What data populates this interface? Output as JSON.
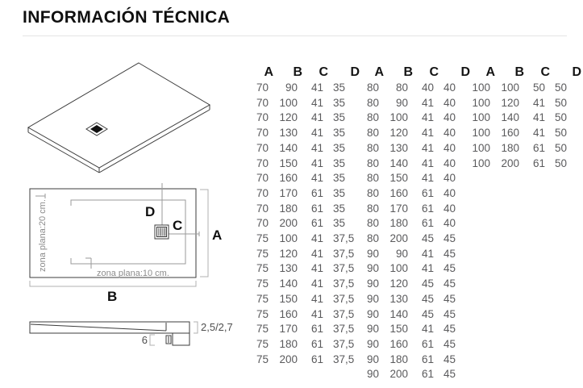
{
  "title": "INFORMACIÓN TÉCNICA",
  "tables": {
    "headers": [
      "A",
      "B",
      "C",
      "D"
    ],
    "groups": [
      {
        "rows": [
          [
            "70",
            "90",
            "41",
            "35"
          ],
          [
            "70",
            "100",
            "41",
            "35"
          ],
          [
            "70",
            "120",
            "41",
            "35"
          ],
          [
            "70",
            "130",
            "41",
            "35"
          ],
          [
            "70",
            "140",
            "41",
            "35"
          ],
          [
            "70",
            "150",
            "41",
            "35"
          ],
          [
            "70",
            "160",
            "41",
            "35"
          ],
          [
            "70",
            "170",
            "61",
            "35"
          ],
          [
            "70",
            "180",
            "61",
            "35"
          ],
          [
            "70",
            "200",
            "61",
            "35"
          ],
          [
            "75",
            "100",
            "41",
            "37,5"
          ],
          [
            "75",
            "120",
            "41",
            "37,5"
          ],
          [
            "75",
            "130",
            "41",
            "37,5"
          ],
          [
            "75",
            "140",
            "41",
            "37,5"
          ],
          [
            "75",
            "150",
            "41",
            "37,5"
          ],
          [
            "75",
            "160",
            "41",
            "37,5"
          ],
          [
            "75",
            "170",
            "61",
            "37,5"
          ],
          [
            "75",
            "180",
            "61",
            "37,5"
          ],
          [
            "75",
            "200",
            "61",
            "37,5"
          ]
        ]
      },
      {
        "rows": [
          [
            "80",
            "80",
            "40",
            "40"
          ],
          [
            "80",
            "90",
            "41",
            "40"
          ],
          [
            "80",
            "100",
            "41",
            "40"
          ],
          [
            "80",
            "120",
            "41",
            "40"
          ],
          [
            "80",
            "130",
            "41",
            "40"
          ],
          [
            "80",
            "140",
            "41",
            "40"
          ],
          [
            "80",
            "150",
            "41",
            "40"
          ],
          [
            "80",
            "160",
            "61",
            "40"
          ],
          [
            "80",
            "170",
            "61",
            "40"
          ],
          [
            "80",
            "180",
            "61",
            "40"
          ],
          [
            "80",
            "200",
            "45",
            "45"
          ],
          [
            "90",
            "90",
            "41",
            "45"
          ],
          [
            "90",
            "100",
            "41",
            "45"
          ],
          [
            "90",
            "120",
            "45",
            "45"
          ],
          [
            "90",
            "130",
            "45",
            "45"
          ],
          [
            "90",
            "140",
            "45",
            "45"
          ],
          [
            "90",
            "150",
            "41",
            "45"
          ],
          [
            "90",
            "160",
            "61",
            "45"
          ],
          [
            "90",
            "180",
            "61",
            "45"
          ],
          [
            "90",
            "200",
            "61",
            "45"
          ]
        ]
      },
      {
        "rows": [
          [
            "100",
            "100",
            "50",
            "50"
          ],
          [
            "100",
            "120",
            "41",
            "50"
          ],
          [
            "100",
            "140",
            "41",
            "50"
          ],
          [
            "100",
            "160",
            "41",
            "50"
          ],
          [
            "100",
            "180",
            "61",
            "50"
          ],
          [
            "100",
            "200",
            "61",
            "50"
          ]
        ]
      }
    ]
  },
  "diagram": {
    "plan": {
      "label_a": "A",
      "label_b": "B",
      "label_c": "C",
      "label_d": "D",
      "zona_left": "zona plana:20 cm.",
      "zona_bottom": "zona plana:10 cm."
    },
    "profile": {
      "thickness": "2,5/2,7",
      "drain_height": "6"
    }
  },
  "colors": {
    "text_primary": "#0f0f0f",
    "text_table": "#5a5a5c",
    "text_gray": "#8c8c8c",
    "line_dark": "#3c3c3c",
    "line_gray": "#a6a6a6"
  }
}
